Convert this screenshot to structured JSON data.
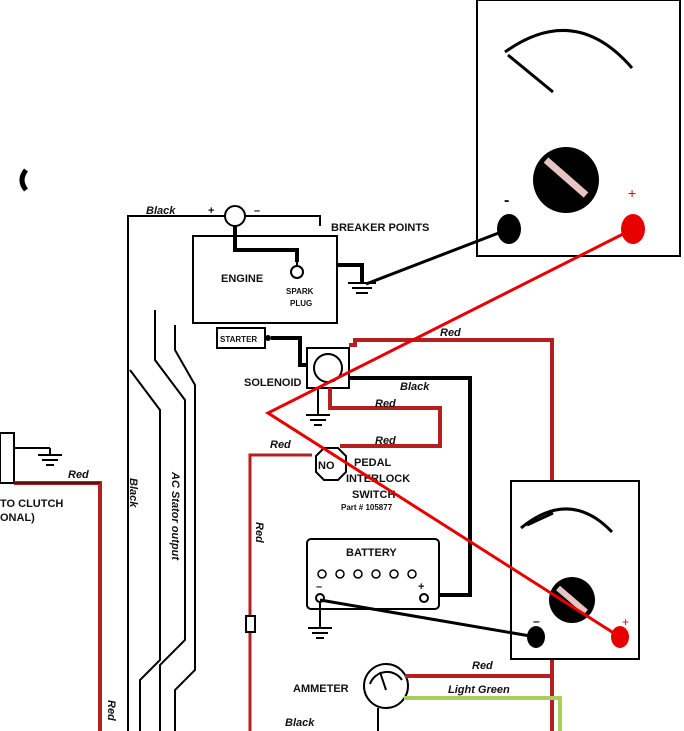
{
  "colors": {
    "wire_red": "#b51f1f",
    "probe_red": "#e80000",
    "wire_black": "#000000",
    "wire_green": "#a9cf5a",
    "meter_face": "#ffffff"
  },
  "labels": {
    "breaker_points": "BREAKER POINTS",
    "engine": "ENGINE",
    "spark": "SPARK",
    "plug": "PLUG",
    "starter": "STARTER",
    "solenoid": "SOLENOID",
    "pedal": "PEDAL",
    "interlock": "INTERLOCK",
    "switch": "SWITCH",
    "part": "Part # 105877",
    "battery": "BATTERY",
    "ammeter": "AMMETER",
    "ac_stator": "AC Stator output",
    "to_clutch": "TO CLUTCH",
    "onal": "ONAL)",
    "no": "NO"
  },
  "wires": {
    "black_top": "Black",
    "black_left": "Black",
    "black_sol": "Black",
    "black_bottom": "Black",
    "red_top": "Red",
    "red_sol": "Red",
    "red_sol2": "Red",
    "red_left": "Red",
    "red_vert": "Red",
    "red_clutch": "Red",
    "red_far_left": "Red",
    "red_ammeter": "Red",
    "light_green": "Light Green"
  },
  "terminals": {
    "plus": "+",
    "minus": "–"
  },
  "meters": [
    {
      "neg_sign": "-",
      "pos_sign": "+"
    },
    {
      "neg_sign": "–",
      "pos_sign": "+"
    }
  ]
}
